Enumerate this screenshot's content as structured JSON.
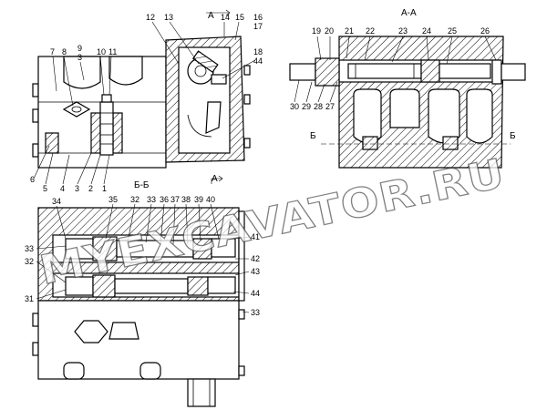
{
  "sections": {
    "a_a": "А-А",
    "b_b": "Б-Б",
    "cut_a": "А",
    "cut_b": "Б"
  },
  "watermark": "MYEXCAVATOR.RU",
  "view1_labels": {
    "l7": "7",
    "l8": "8",
    "l9": "9",
    "l3t": "3",
    "l10": "10",
    "l11": "11",
    "l12": "12",
    "l13": "13",
    "l14": "14",
    "l15": "15",
    "l16": "16",
    "l17": "17",
    "l18": "18",
    "l44": "44",
    "l6": "6",
    "l5": "5",
    "l4": "4",
    "l3b": "3",
    "l2": "2",
    "l1": "1"
  },
  "view2_labels": {
    "l19": "19",
    "l20": "20",
    "l21": "21",
    "l22": "22",
    "l23": "23",
    "l24": "24",
    "l25": "25",
    "l26": "26",
    "l30": "30",
    "l29": "29",
    "l28": "28",
    "l27": "27"
  },
  "view3_labels": {
    "l34": "34",
    "l35": "35",
    "l32t": "32",
    "l33t": "33",
    "l36": "36",
    "l37": "37",
    "l38": "38",
    "l39": "39",
    "l40": "40",
    "l41": "41",
    "l42": "42",
    "l43": "43",
    "l44": "44",
    "l33r": "33",
    "l33l": "33",
    "l32l": "32",
    "l31": "31"
  }
}
